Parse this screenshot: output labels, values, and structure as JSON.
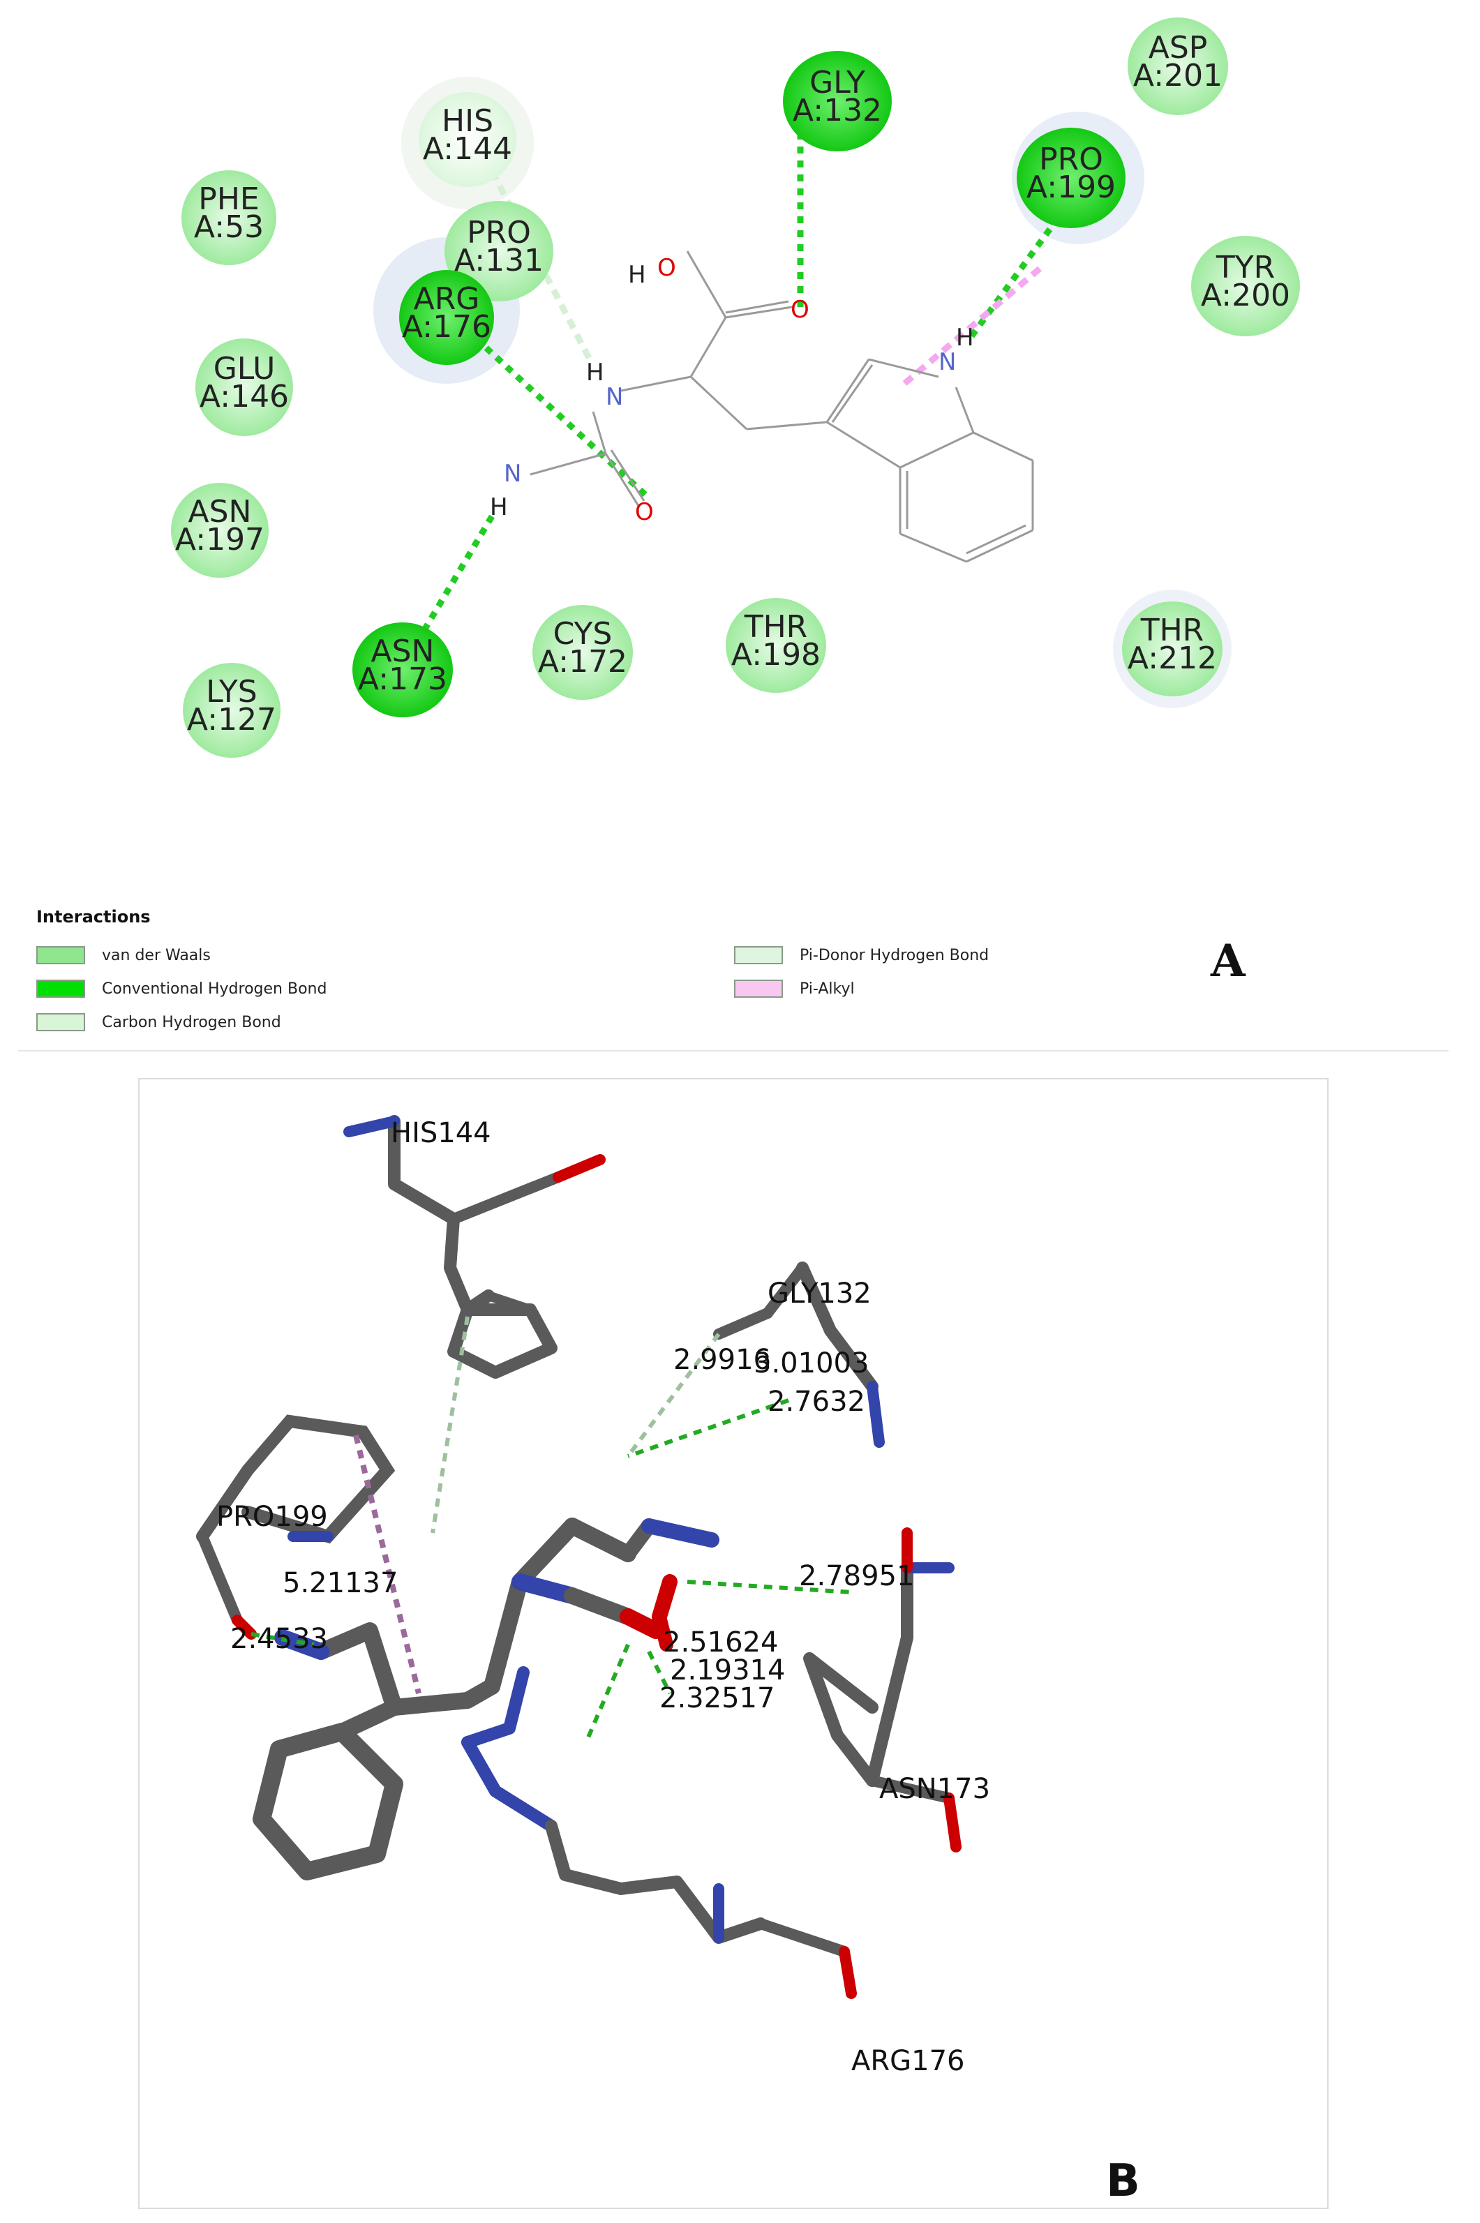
{
  "panel_a": {
    "residues": [
      {
        "name": "HIS",
        "id": "A:144",
        "type": "carbon-hb"
      },
      {
        "name": "GLY",
        "id": "A:132",
        "type": "conventional"
      },
      {
        "name": "ASP",
        "id": "A:201",
        "type": "vdw"
      },
      {
        "name": "PRO",
        "id": "A:199",
        "type": "conventional"
      },
      {
        "name": "PHE",
        "id": "A:53",
        "type": "vdw"
      },
      {
        "name": "PRO",
        "id": "A:131",
        "type": "vdw"
      },
      {
        "name": "ARG",
        "id": "A:176",
        "type": "conventional"
      },
      {
        "name": "TYR",
        "id": "A:200",
        "type": "vdw"
      },
      {
        "name": "GLU",
        "id": "A:146",
        "type": "vdw"
      },
      {
        "name": "ASN",
        "id": "A:197",
        "type": "vdw"
      },
      {
        "name": "ASN",
        "id": "A:173",
        "type": "conventional"
      },
      {
        "name": "CYS",
        "id": "A:172",
        "type": "vdw"
      },
      {
        "name": "THR",
        "id": "A:198",
        "type": "vdw"
      },
      {
        "name": "THR",
        "id": "A:212",
        "type": "vdw"
      },
      {
        "name": "LYS",
        "id": "A:127",
        "type": "vdw"
      }
    ],
    "ligand_atoms": {
      "h_oh": "H",
      "o_oh": "O",
      "o_carbonyl": "O",
      "h_indole": "H",
      "n_indole": "N",
      "h_amide": "H",
      "n_amide": "N",
      "n_urea": "N",
      "h_urea": "H",
      "o_urea": "O"
    },
    "legend": {
      "title": "Interactions",
      "items": [
        {
          "label": "van der Waals",
          "color": "#8fe68f"
        },
        {
          "label": "Conventional Hydrogen Bond",
          "color": "#00e000"
        },
        {
          "label": "Carbon Hydrogen Bond",
          "color": "#d8f5d8"
        },
        {
          "label": "Pi-Donor Hydrogen Bond",
          "color": "#dff5df"
        },
        {
          "label": "Pi-Alkyl",
          "color": "#f8c8f0"
        }
      ]
    },
    "letter": "A"
  },
  "panel_b": {
    "residue_labels": [
      "HIS144",
      "GLY132",
      "PRO199",
      "ASN173",
      "ARG176"
    ],
    "distances": [
      "2.9916",
      "3.01003",
      "2.7632",
      "2.78951",
      "5.21137",
      "2.4533",
      "2.51624",
      "2.19314",
      "2.32517"
    ],
    "letter": "B"
  },
  "colors": {
    "vdw": "#8fe68f",
    "conventional": "#11d911",
    "carbon_hb": "#d9f7d9",
    "hbond_line": "#22cc22",
    "pi_alkyl_line": "#f0a0f0",
    "carbon_line": "#cceccc",
    "stick": "#5a5a5a",
    "oxygen": "#cc0000",
    "nitrogen": "#3344aa"
  }
}
